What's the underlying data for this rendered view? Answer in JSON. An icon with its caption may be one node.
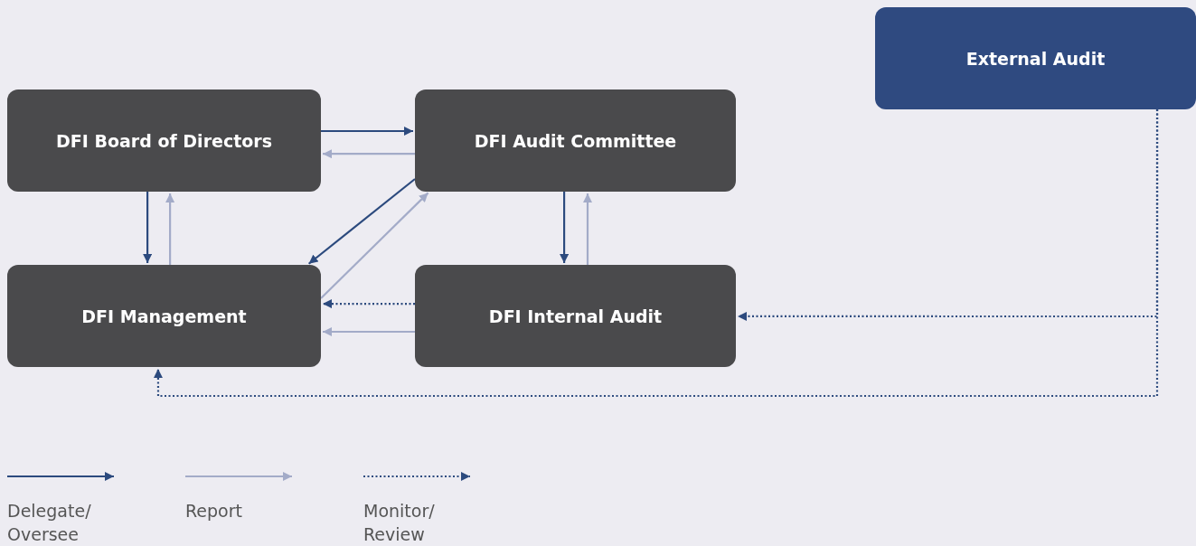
{
  "diagram": {
    "nodes": [
      {
        "text": [
          "DFI Board of Directors"
        ]
      },
      {
        "text": [
          "DFI Audit Committee"
        ]
      },
      {
        "text": [
          "DFI Management"
        ]
      },
      {
        "text": [
          "DFI Internal Audit"
        ]
      },
      {
        "text": [
          "External Audit"
        ]
      }
    ],
    "edges": [
      {
        "from": 0,
        "to": 1,
        "arrow": "to"
      },
      {
        "from": 1,
        "to": 0,
        "arrow": "to",
        "color": "#a3abc8"
      },
      {
        "from": 0,
        "to": 2,
        "arrow": "to"
      },
      {
        "from": 2,
        "to": 0,
        "arrow": "to",
        "color": "#a3abc8"
      },
      {
        "from": 1,
        "to": 2,
        "arrow": "to"
      },
      {
        "from": 2,
        "to": 1,
        "arrow": "to",
        "color": "#a3abc8"
      },
      {
        "from": 1,
        "to": 3,
        "arrow": "to"
      },
      {
        "from": 3,
        "to": 1,
        "arrow": "to",
        "color": "#a3abc8"
      },
      {
        "from": 3,
        "to": 2,
        "arrow": "to",
        "style": "dashed"
      },
      {
        "from": 3,
        "to": 2,
        "arrow": "to",
        "color": "#a3abc8"
      },
      {
        "from": 4,
        "to": 3,
        "arrow": "to",
        "style": "dashed"
      },
      {
        "from": 4,
        "to": 2,
        "arrow": "to",
        "style": "dashed"
      }
    ],
    "legend": [
      {
        "text": "Delegate/ Oversee"
      },
      {
        "text": "Report"
      },
      {
        "text": "Monitor/ Review"
      }
    ]
  }
}
